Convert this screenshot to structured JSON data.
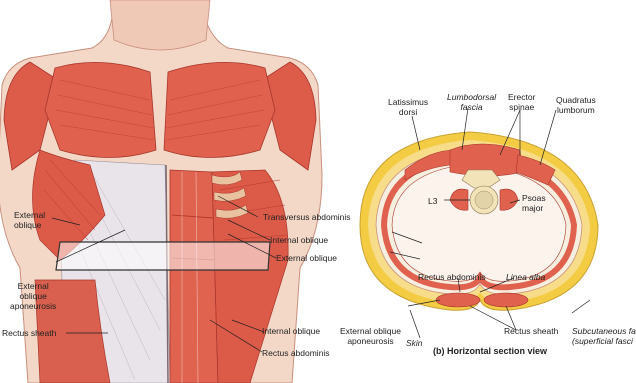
{
  "left_labels": {
    "external_oblique": "External\noblique",
    "external_oblique_aponeurosis": "External\noblique\naponeurosis",
    "rectus_sheath": "Rectus sheath",
    "transversus_abdominis": "Transversus abdominis",
    "internal_oblique": "Internal oblique",
    "external_oblique_right": "External oblique",
    "internal_oblique_bottom": "Internal oblique",
    "rectus_abdominis_bottom": "Rectus abdominis"
  },
  "section_labels": {
    "latissimus_dorsi": "Latissimus\ndorsi",
    "lumbodorsal_fascia": "Lumbodorsal\nfascia",
    "erector_spinae": "Erector\nspinae",
    "quadratus_lumborum": "Quadratus\nlumborum",
    "psoas_major": "Psoas\nmajor",
    "l3": "L3",
    "rectus_abdominis": "Rectus abdominis",
    "linea_alba": "Linea alba",
    "external_oblique_aponeurosis": "External oblique\naponeurosis",
    "skin": "Skin",
    "rectus_sheath": "Rectus sheath",
    "subcutaneous_fat": "Subcutaneous fa\n(superficial fasci",
    "caption": "(b) Horizontal section view"
  },
  "colors": {
    "muscle": "#e0614e",
    "muscle_dark": "#b8382c",
    "aponeurosis": "#e8e4ea",
    "skin_fat": "#f2c83c",
    "fascia": "#f6efe0",
    "bone": "#f3e3b8"
  }
}
